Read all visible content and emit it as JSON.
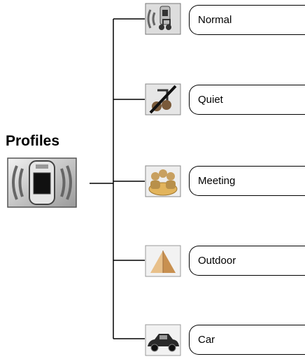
{
  "root": {
    "title": "Profiles",
    "icon": "profiles-phone-icon"
  },
  "items": [
    {
      "label": "Normal",
      "icon": "normal-sound-icon"
    },
    {
      "label": "Quiet",
      "icon": "quiet-muted-icon"
    },
    {
      "label": "Meeting",
      "icon": "meeting-people-icon"
    },
    {
      "label": "Outdoor",
      "icon": "outdoor-tent-icon"
    },
    {
      "label": "Car",
      "icon": "car-icon"
    }
  ]
}
